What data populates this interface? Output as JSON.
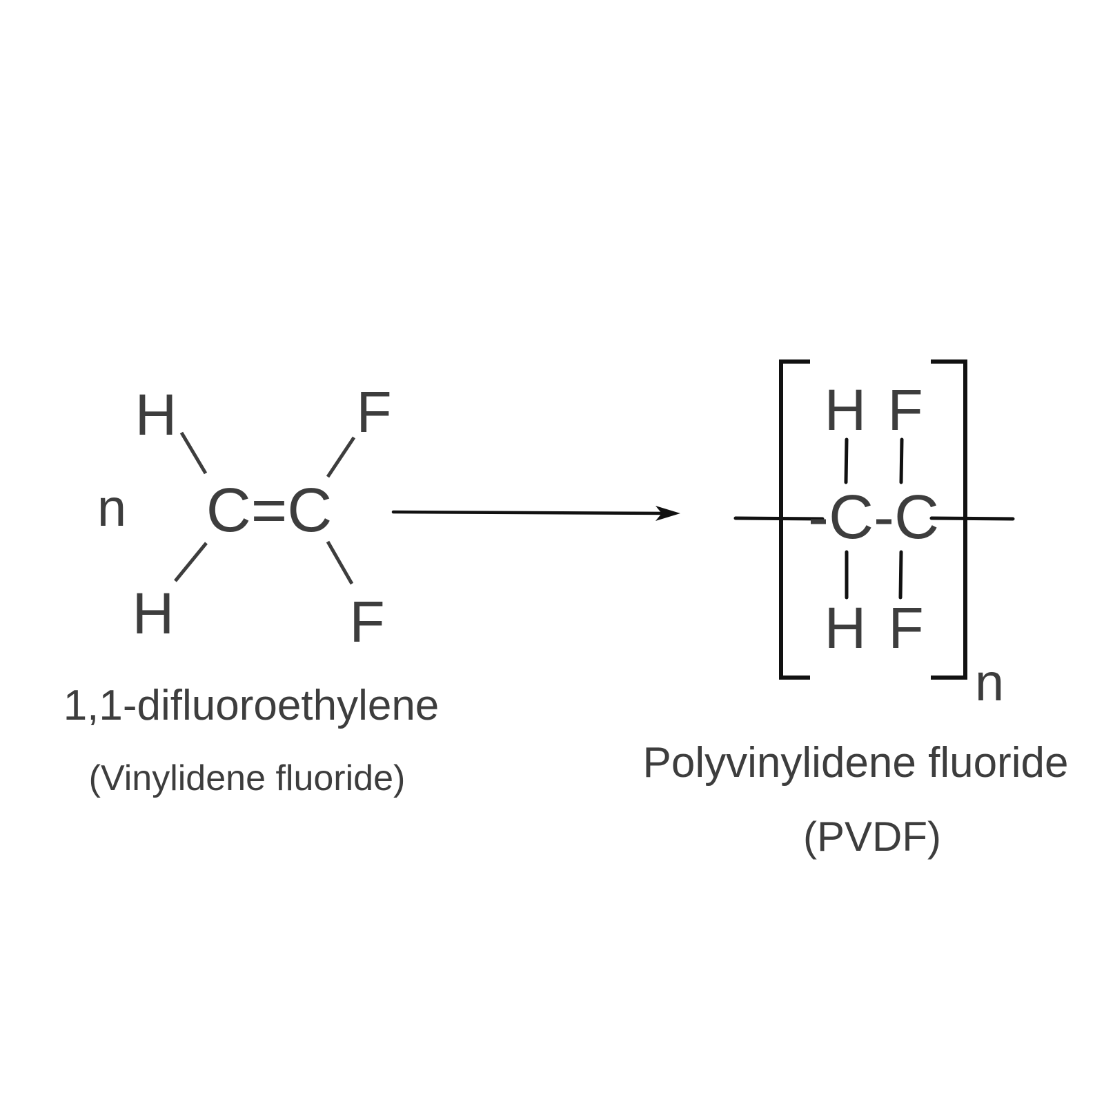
{
  "reaction": {
    "reactant": {
      "coefficient": "n",
      "atoms": {
        "h_top": "H",
        "h_bottom": "H",
        "f_top": "F",
        "f_bottom": "F",
        "core": "C=C"
      },
      "name": "1,1-difluoroethylene",
      "alt_name": "(Vinylidene fluoride)"
    },
    "product": {
      "atoms": {
        "h_top": "H",
        "f_top": "F",
        "core": "-C-C",
        "h_bottom": "H",
        "f_bottom": "F"
      },
      "repeat_subscript": "n",
      "name": "Polyvinylidene fluoride",
      "abbreviation": "(PVDF)"
    }
  },
  "colors": {
    "text": "#3d3d3d",
    "lines": "#111111",
    "background": "#ffffff"
  }
}
